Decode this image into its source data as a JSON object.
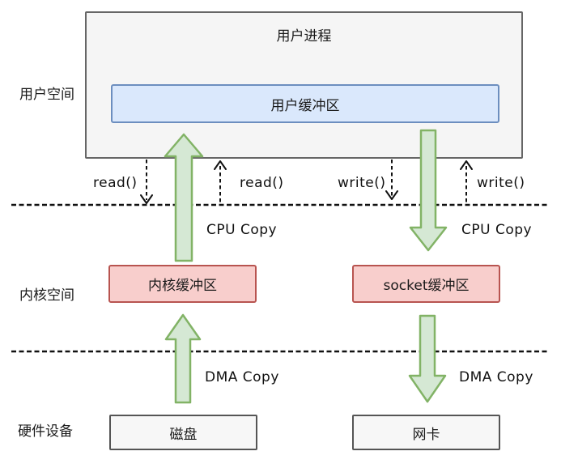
{
  "layers": {
    "user_space_label": "用户空间",
    "kernel_space_label": "内核空间",
    "hardware_label": "硬件设备"
  },
  "boxes": {
    "user_process": "用户进程",
    "user_buffer": "用户缓冲区",
    "kernel_buffer": "内核缓冲区",
    "socket_buffer": "socket缓冲区",
    "disk": "磁盘",
    "nic": "网卡"
  },
  "calls": {
    "read_enter": "read()",
    "read_return": "read()",
    "write_enter": "write()",
    "write_return": "write()"
  },
  "copies": {
    "cpu_copy_left": "CPU Copy",
    "cpu_copy_right": "CPU Copy",
    "dma_copy_left": "DMA Copy",
    "dma_copy_right": "DMA Copy"
  },
  "colors": {
    "user_buffer_fill": "#dae8fc",
    "user_buffer_stroke": "#6c8ebf",
    "kernel_buffer_fill": "#f8cecc",
    "kernel_buffer_stroke": "#b85450",
    "arrow_fill": "#d5e8d4",
    "arrow_stroke": "#82b366",
    "process_box_fill": "#f5f5f5",
    "process_box_stroke": "#666666",
    "hardware_box_fill": "#f7f7f7",
    "hardware_box_stroke": "#555555"
  }
}
